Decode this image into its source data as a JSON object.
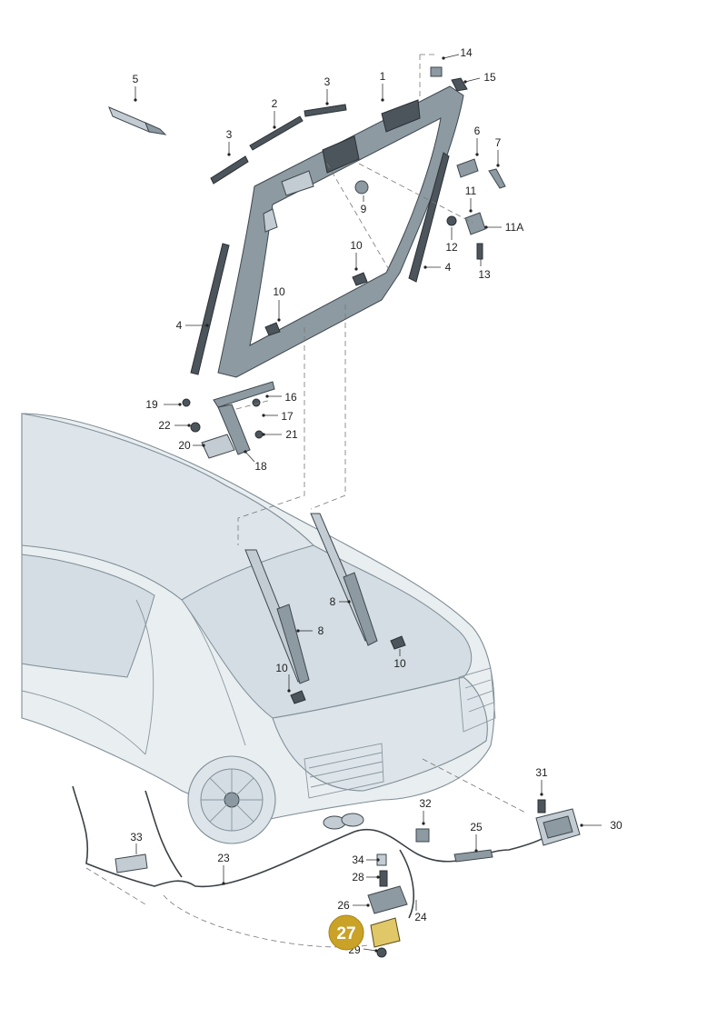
{
  "callouts": {
    "c1": "1",
    "c2": "2",
    "c3a": "3",
    "c3b": "3",
    "c4a": "4",
    "c4b": "4",
    "c5": "5",
    "c6": "6",
    "c7": "7",
    "c8a": "8",
    "c8b": "8",
    "c9": "9",
    "c10a": "10",
    "c10b": "10",
    "c10c": "10",
    "c10d": "10",
    "c11": "11",
    "c11a": "11A",
    "c12": "12",
    "c13": "13",
    "c14": "14",
    "c15": "15",
    "c16": "16",
    "c17": "17",
    "c18": "18",
    "c19": "19",
    "c20": "20",
    "c21": "21",
    "c22": "22",
    "c23": "23",
    "c24": "24",
    "c25": "25",
    "c26": "26",
    "c28": "28",
    "c29": "29",
    "c30": "30",
    "c31": "31",
    "c32": "32",
    "c33": "33",
    "c34": "34"
  },
  "highlight": {
    "label": "27",
    "color": "#c9a227"
  }
}
